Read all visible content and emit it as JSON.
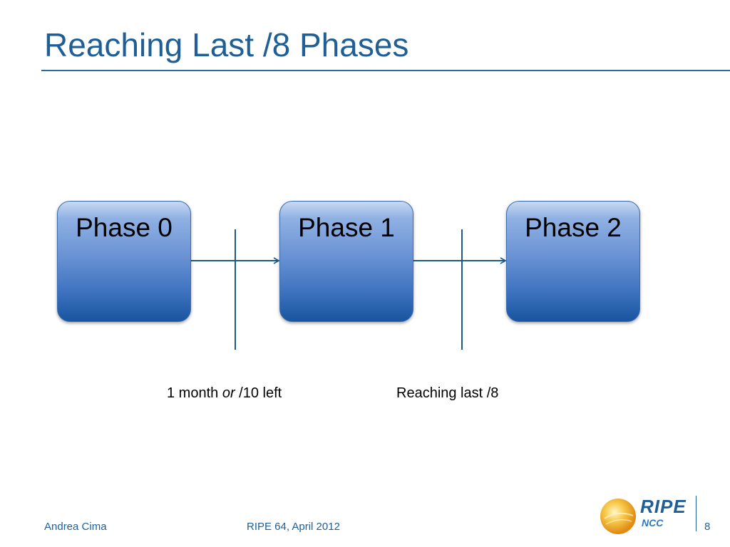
{
  "slide": {
    "title": "Reaching Last /8 Phases"
  },
  "diagram": {
    "phases": [
      {
        "label": "Phase 0"
      },
      {
        "label": "Phase 1"
      },
      {
        "label": "Phase 2"
      }
    ],
    "milestones": [
      {
        "before": "1 month ",
        "emphasis": "or",
        "after": " /10 left"
      },
      {
        "text": "Reaching last /8"
      }
    ]
  },
  "footer": {
    "author": "Andrea Cima",
    "event": "RIPE 64, April 2012",
    "page": "8"
  },
  "logo": {
    "name": "RIPE",
    "sub": "NCC"
  },
  "colors": {
    "accent": "#1f5f96",
    "box_top": "#c9d9f1",
    "box_bottom": "#18549f",
    "connector": "#1f5a85"
  }
}
